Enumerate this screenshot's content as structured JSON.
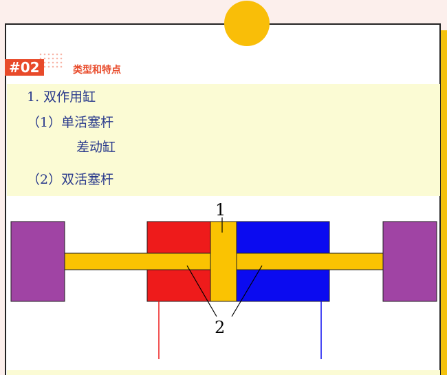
{
  "header": {
    "tag": "#02",
    "section_title": "类型和特点"
  },
  "content": {
    "line1": "1. 双作用缸",
    "line2": "（1）单活塞杆",
    "line3": "差动缸",
    "line4": "（2）双活塞杆"
  },
  "diagram": {
    "label_piston": "1",
    "label_rods": "2"
  },
  "colors": {
    "accent": "#e84a2a",
    "highlight": "#fbfbd4",
    "sun": "#f9be08",
    "left_chamber": "#ee1b1b",
    "right_chamber": "#0b0bf0",
    "piston_rod": "#fac302",
    "end_block": "#a044a4"
  }
}
